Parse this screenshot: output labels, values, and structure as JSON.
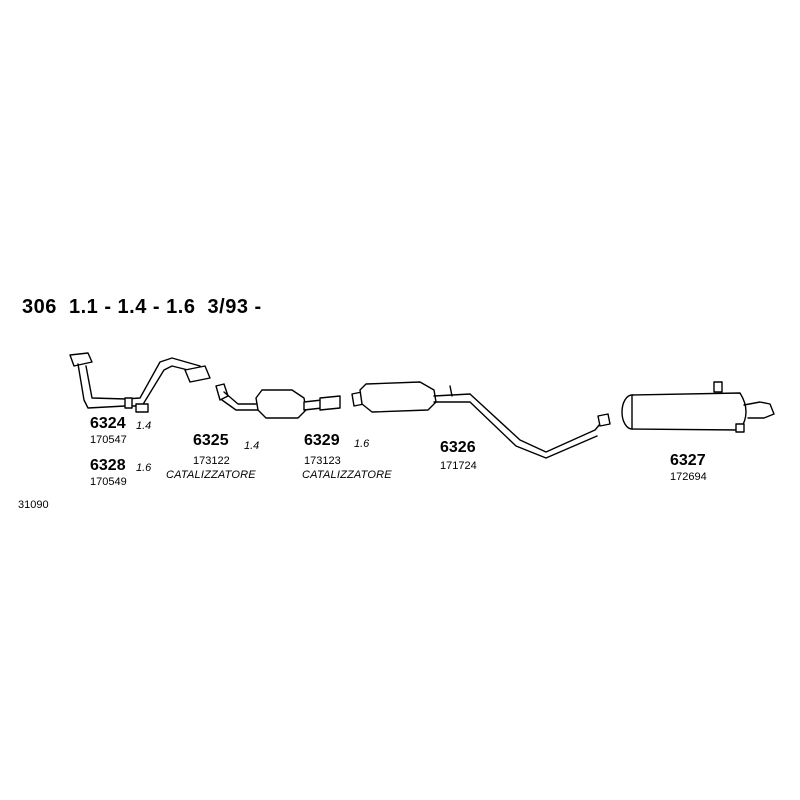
{
  "title": "306  1.1 - 1.4 - 1.6  3/93 -",
  "diagram_id": "31090",
  "parts": [
    {
      "code": "6324",
      "variant": "1.4",
      "ref": "170547"
    },
    {
      "code": "6328",
      "variant": "1.6",
      "ref": "170549"
    },
    {
      "code": "6325",
      "variant": "1.4",
      "ref": "173122",
      "note": "CATALIZZATORE"
    },
    {
      "code": "6329",
      "variant": "1.6",
      "ref": "173123",
      "note": "CATALIZZATORE"
    },
    {
      "code": "6326",
      "ref": "171724"
    },
    {
      "code": "6327",
      "ref": "172694"
    }
  ]
}
